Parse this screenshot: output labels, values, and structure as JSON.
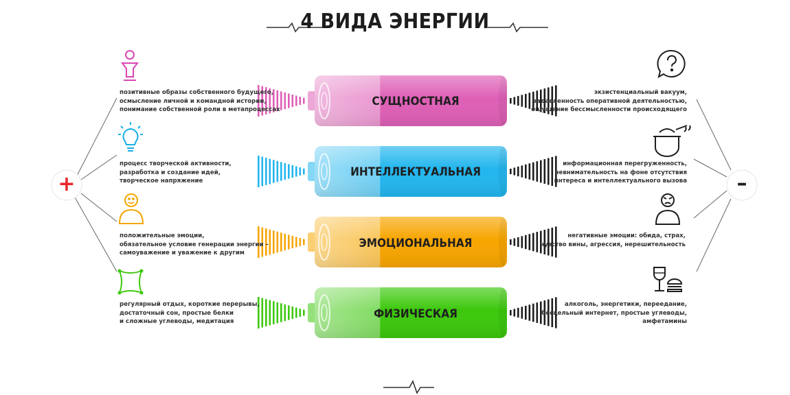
{
  "title": "4 ВИДА ЭНЕРГИИ",
  "plus_sign": "+",
  "minus_sign": "–",
  "colors": {
    "spiritual": "#de5fb6",
    "intellectual": "#22b6ee",
    "emotional": "#f7a500",
    "physical": "#3cc80c",
    "plus": "#e8262b"
  },
  "energies": [
    {
      "label": "СУЩНОСТНАЯ",
      "left_icon": "trophy-figure-icon",
      "right_icon": "question-bubble-icon",
      "positive": [
        "позитивные образы собственного будущего,",
        "осмысление личной и командной истории,",
        "понимание собственной роли в метапроцессах"
      ],
      "negative": [
        "экзистенциальный вакуум,",
        "задавленность оперативной деятельностью,",
        "ощущение бессмысленности происходящего"
      ]
    },
    {
      "label": "ИНТЕЛЛЕКТУАЛЬНАЯ",
      "left_icon": "lightbulb-icon",
      "right_icon": "boiling-pot-icon",
      "positive": [
        "процесс творческой активности,",
        "разработка и создание идей,",
        "творческое напряжение"
      ],
      "negative": [
        "информационная перегруженность,",
        "невнимательность на фоне отсутствия",
        "интереса и интеллектуального вызова"
      ]
    },
    {
      "label": "ЭМОЦИОНАЛЬНАЯ",
      "left_icon": "smiling-person-icon",
      "right_icon": "angry-person-icon",
      "positive": [
        "положительные эмоции,",
        "обязательное условие генерации энергии –",
        "самоуважение и уважение к другим"
      ],
      "negative": [
        "негативные эмоции: обида, страх,",
        "чувство вины, агрессия, нерешительность"
      ]
    },
    {
      "label": "ФИЗИЧЕСКАЯ",
      "left_icon": "pillow-icon",
      "right_icon": "wine-burger-icon",
      "positive": [
        "регулярный отдых, короткие перерывы,",
        "достаточный сон, простые белки",
        "и сложные углеводы, медитация"
      ],
      "negative": [
        "алкоголь, энергетики, переедание,",
        "бесцельный интернет, простые углеводы,",
        "амфетамины"
      ]
    }
  ]
}
